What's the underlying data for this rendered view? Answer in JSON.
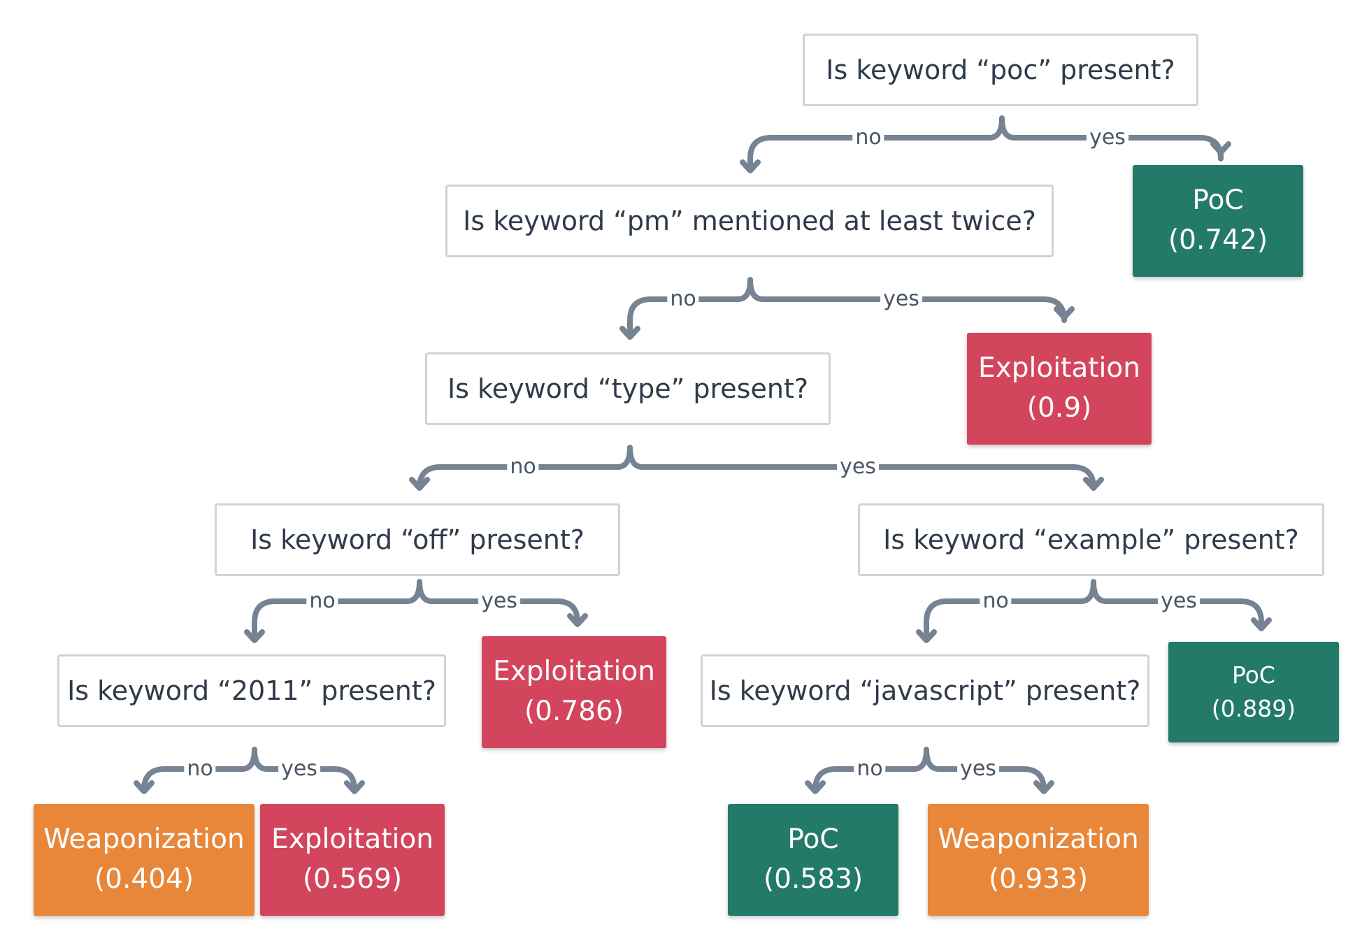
{
  "colors": {
    "poc": "#237a68",
    "exploitation": "#d3455c",
    "weaponization": "#e8873a",
    "connector": "#758393",
    "question_border": "#cfd3d8"
  },
  "questions": [
    {
      "id": "q1",
      "text": "Is keyword “poc” present?"
    },
    {
      "id": "q2",
      "text": "Is keyword “pm” mentioned at least twice?"
    },
    {
      "id": "q3",
      "text": "Is keyword “type” present?"
    },
    {
      "id": "q4",
      "text": "Is keyword “off” present?"
    },
    {
      "id": "q5",
      "text": "Is keyword “example” present?"
    },
    {
      "id": "q6",
      "text": "Is keyword “2011” present?"
    },
    {
      "id": "q7",
      "text": "Is keyword “javascript” present?"
    }
  ],
  "leaves": [
    {
      "id": "l1",
      "label": "PoC",
      "score": "(0.742)",
      "kind": "poc"
    },
    {
      "id": "l2",
      "label": "Exploitation",
      "score": "(0.9)",
      "kind": "exploitation"
    },
    {
      "id": "l3",
      "label": "Exploitation",
      "score": "(0.786)",
      "kind": "exploitation"
    },
    {
      "id": "l4",
      "label": "PoC",
      "score": "(0.889)",
      "kind": "poc"
    },
    {
      "id": "l5",
      "label": "Weaponization",
      "score": "(0.404)",
      "kind": "weaponization"
    },
    {
      "id": "l6",
      "label": "Exploitation",
      "score": "(0.569)",
      "kind": "exploitation"
    },
    {
      "id": "l7",
      "label": "PoC",
      "score": "(0.583)",
      "kind": "poc"
    },
    {
      "id": "l8",
      "label": "Weaponization",
      "score": "(0.933)",
      "kind": "weaponization"
    }
  ],
  "branch_labels": {
    "no": "no",
    "yes": "yes"
  }
}
